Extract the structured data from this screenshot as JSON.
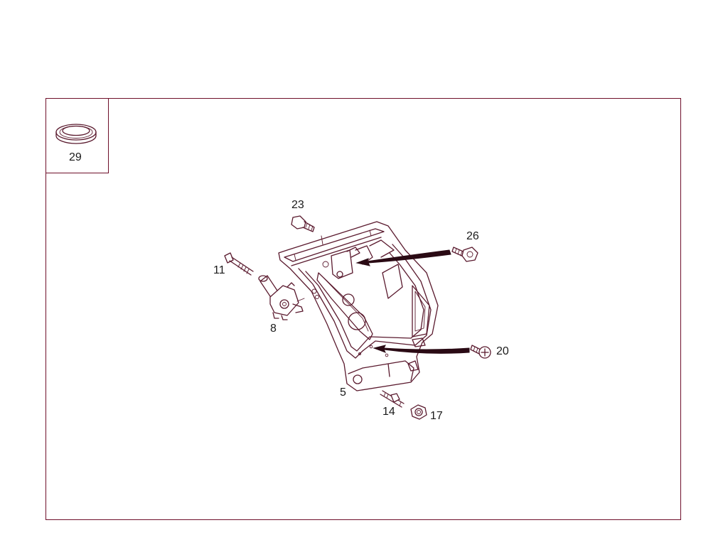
{
  "colors": {
    "frame": "#6e0f2a",
    "linework": "#5a1a2e",
    "text": "#1a1a1a"
  },
  "inset": {
    "label": "29",
    "icon": "sealing-ring-icon"
  },
  "callouts": {
    "p5": "5",
    "p8": "8",
    "p11": "11",
    "p14": "14",
    "p17": "17",
    "p20": "20",
    "p23": "23",
    "p26": "26",
    "p29": "29"
  }
}
